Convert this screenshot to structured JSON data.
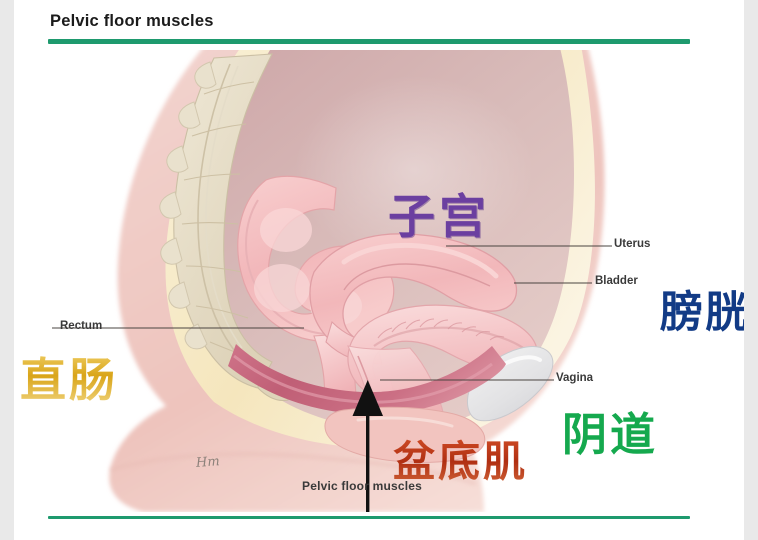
{
  "slide": {
    "title": "Pelvic floor muscles",
    "accent_color": "#1e9a6e",
    "background_color": "#ffffff",
    "page_background_color": "#e9e9e9"
  },
  "illustration": {
    "name": "female-pelvis-sagittal-section",
    "signature": "Hm",
    "palette": {
      "abdominal_cavity": "#d3b3b3",
      "abdominal_wall": "#f6e8c2",
      "skin": "#efc9c4",
      "organ_pink": "#f3bdbf",
      "organ_pink_light": "#f8d3d3",
      "bone_cream": "#e8dfc9",
      "pelvic_floor_muscle": "#c8677c",
      "pubic_symphysis": "#e6e6e6"
    }
  },
  "labels": {
    "english": [
      {
        "id": "uterus",
        "text": "Uterus"
      },
      {
        "id": "bladder",
        "text": "Bladder"
      },
      {
        "id": "vagina",
        "text": "Vagina"
      },
      {
        "id": "rectum",
        "text": "Rectum"
      },
      {
        "id": "pelvic_floor_muscles",
        "text": "Pelvic floor muscles"
      }
    ],
    "chinese": [
      {
        "id": "uterus",
        "text": "子宫",
        "color": "#6b3fa0"
      },
      {
        "id": "bladder",
        "text": "膀胱",
        "color": "#123b86"
      },
      {
        "id": "rectum",
        "text": "直肠",
        "color": "#d9a519"
      },
      {
        "id": "vagina",
        "text": "阴道",
        "color": "#15a94e"
      },
      {
        "id": "pelvic_floor_muscles",
        "text": "盆底肌",
        "color": "#b02f12"
      }
    ]
  }
}
